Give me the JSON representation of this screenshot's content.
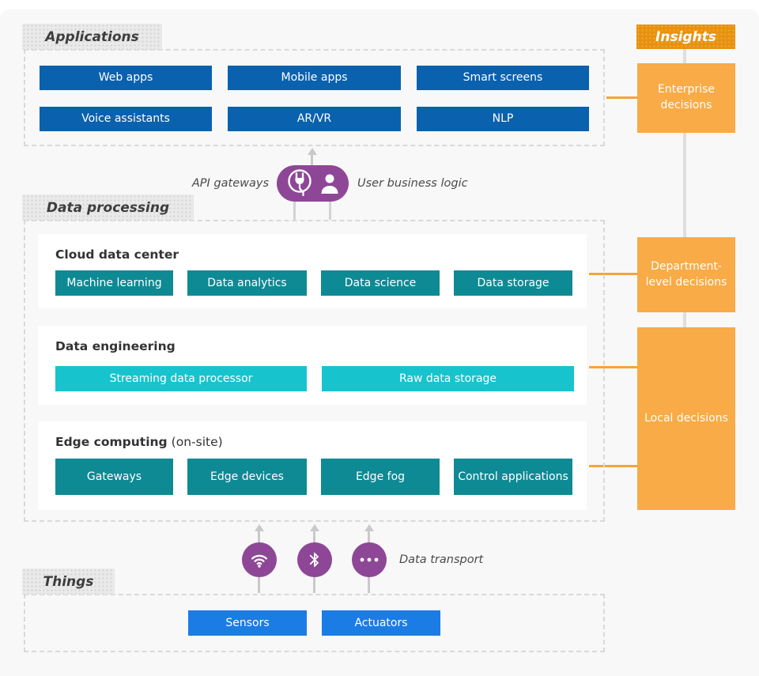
{
  "colors": {
    "app_blue": "#0a61ae",
    "thing_blue": "#1b7ce6",
    "teal": "#0e8a94",
    "cyan": "#17c4ce",
    "purple": "#8e4796",
    "orange_dark": "#e8910e",
    "orange_light": "#f9ab47",
    "orange_line": "#f5a33c",
    "gray_line": "#dedede",
    "arrow_gray": "#c9c9c9",
    "bg": "#f8f8f8",
    "label_bg": "#eaeaea",
    "dash": "#d9d9d9",
    "heading": "#3d3d3d"
  },
  "applications": {
    "label": "Applications",
    "buttons": [
      "Web apps",
      "Mobile apps",
      "Smart screens",
      "Voice assistants",
      "AR/VR",
      "NLP"
    ]
  },
  "middleware": {
    "left_label": "API gateways",
    "right_label": "User business logic"
  },
  "data_processing": {
    "label": "Data processing",
    "cards": [
      {
        "title_bold": "Cloud data center",
        "title_suffix": "",
        "buttons": [
          "Machine learning",
          "Data analytics",
          "Data science",
          "Data storage"
        ]
      },
      {
        "title_bold": "Data engineering",
        "title_suffix": "",
        "buttons": [
          "Streaming data processor",
          "Raw data storage"
        ]
      },
      {
        "title_bold": "Edge computing",
        "title_suffix": "(on-site)",
        "buttons": [
          "Gateways",
          "Edge devices",
          "Edge fog",
          "Control applications"
        ]
      }
    ]
  },
  "transport": {
    "label": "Data transport",
    "icons": [
      "wifi-icon",
      "bluetooth-icon",
      "ellipsis-icon"
    ]
  },
  "things": {
    "label": "Things",
    "buttons": [
      "Sensors",
      "Actuators"
    ]
  },
  "insights": {
    "header": "Insights",
    "boxes": [
      "Enterprise decisions",
      "Department-level decisions",
      "Local decisions"
    ]
  }
}
